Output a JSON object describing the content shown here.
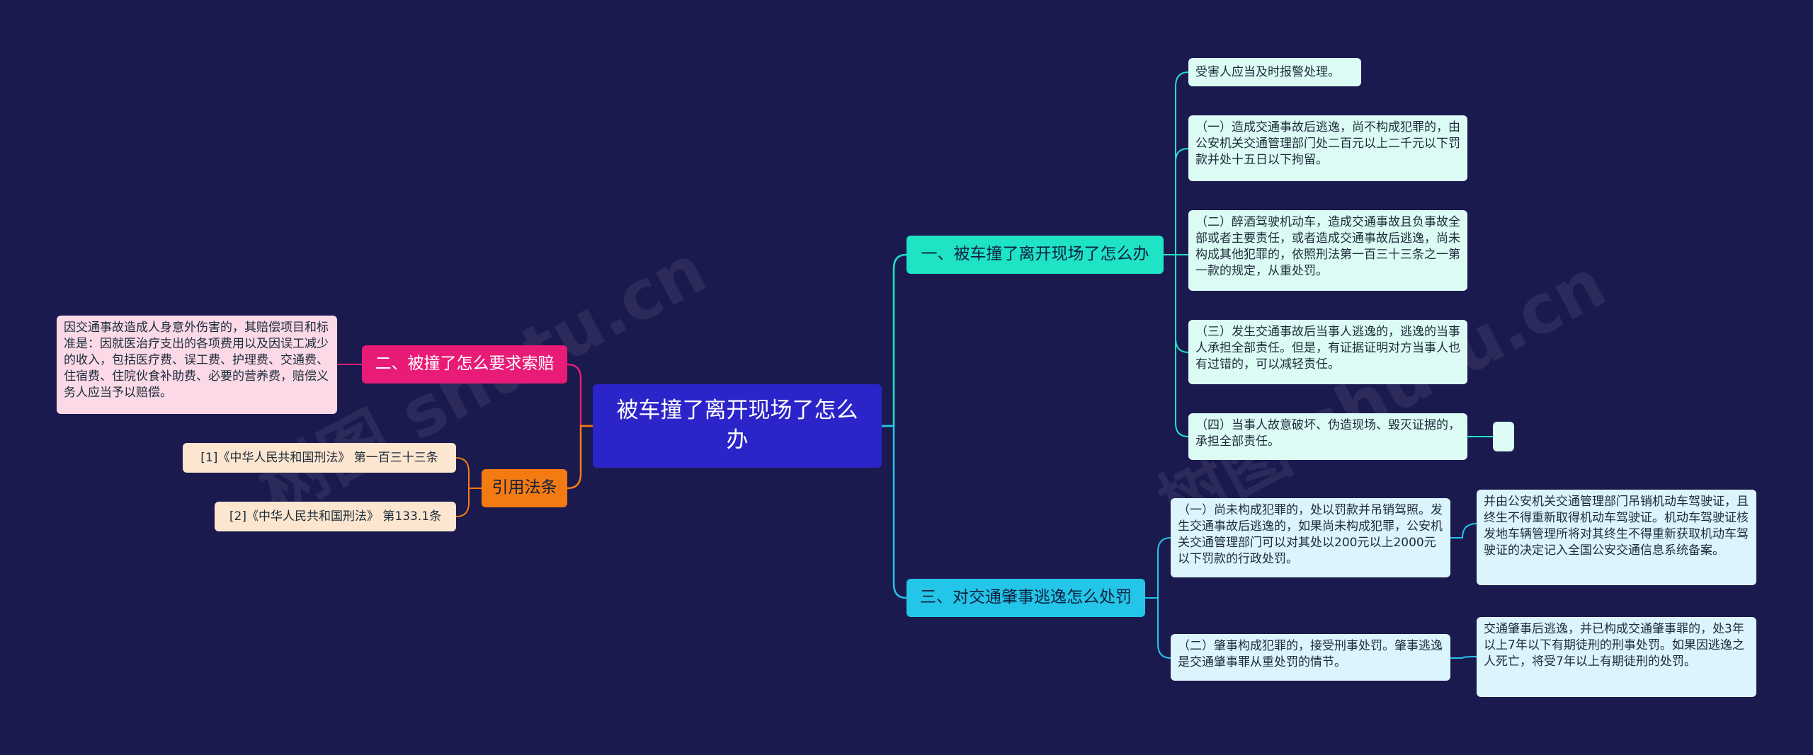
{
  "root": {
    "label": "被车撞了离开现场了怎么办"
  },
  "branches": {
    "b1": {
      "label": "一、被车撞了离开现场了怎么办",
      "leaves": [
        "受害人应当及时报警处理。",
        "（一）造成交通事故后逃逸，尚不构成犯罪的，由公安机关交通管理部门处二百元以上二千元以下罚款并处十五日以下拘留。",
        "（二）醉酒驾驶机动车，造成交通事故且负事故全部或者主要责任，或者造成交通事故后逃逸，尚未构成其他犯罪的，依照刑法第一百三十三条之一第一款的规定，从重处罚。",
        "（三）发生交通事故后当事人逃逸的，逃逸的当事人承担全部责任。但是，有证据证明对方当事人也有过错的，可以减轻责任。",
        "（四）当事人故意破坏、伪造现场、毁灭证据的，承担全部责任。"
      ]
    },
    "b3": {
      "label": "三、对交通肇事逃逸怎么处罚",
      "leaves": [
        {
          "text": "（一）尚未构成犯罪的，处以罚款并吊销驾照。发生交通事故后逃逸的，如果尚未构成犯罪，公安机关交通管理部门可以对其处以200元以上2000元以下罚款的行政处罚。",
          "child": "并由公安机关交通管理部门吊销机动车驾驶证，且终生不得重新取得机动车驾驶证。机动车驾驶证核发地车辆管理所将对其终生不得重新获取机动车驾驶证的决定记入全国公安交通信息系统备案。"
        },
        {
          "text": "（二）肇事构成犯罪的，接受刑事处罚。肇事逃逸是交通肇事罪从重处罚的情节。",
          "child": "交通肇事后逃逸，并已构成交通肇事罪的，处3年以上7年以下有期徒刑的刑事处罚。如果因逃逸之人死亡，将受7年以上有期徒刑的处罚。"
        }
      ]
    },
    "b2": {
      "label": "二、被撞了怎么要求索赔",
      "leaf": "因交通事故造成人身意外伤害的，其赔偿项目和标准是：因就医治疗支出的各项费用以及因误工减少的收入，包括医疗费、误工费、护理费、交通费、住宿费、住院伙食补助费、必要的营养费，赔偿义务人应当予以赔偿。"
    },
    "b4": {
      "label": "引用法条",
      "leaves": [
        "[1]《中华人民共和国刑法》 第一百三十三条",
        "[2]《中华人民共和国刑法》 第133.1条"
      ]
    }
  },
  "watermarks": [
    "树图 shutu.cn",
    "树图 shutu.cn"
  ],
  "colors": {
    "background": "#1b1a4e",
    "root": "#2b24c9",
    "b1": "#1ee3c4",
    "b2": "#e81b77",
    "b3": "#23c6e8",
    "b4": "#f47b12"
  }
}
